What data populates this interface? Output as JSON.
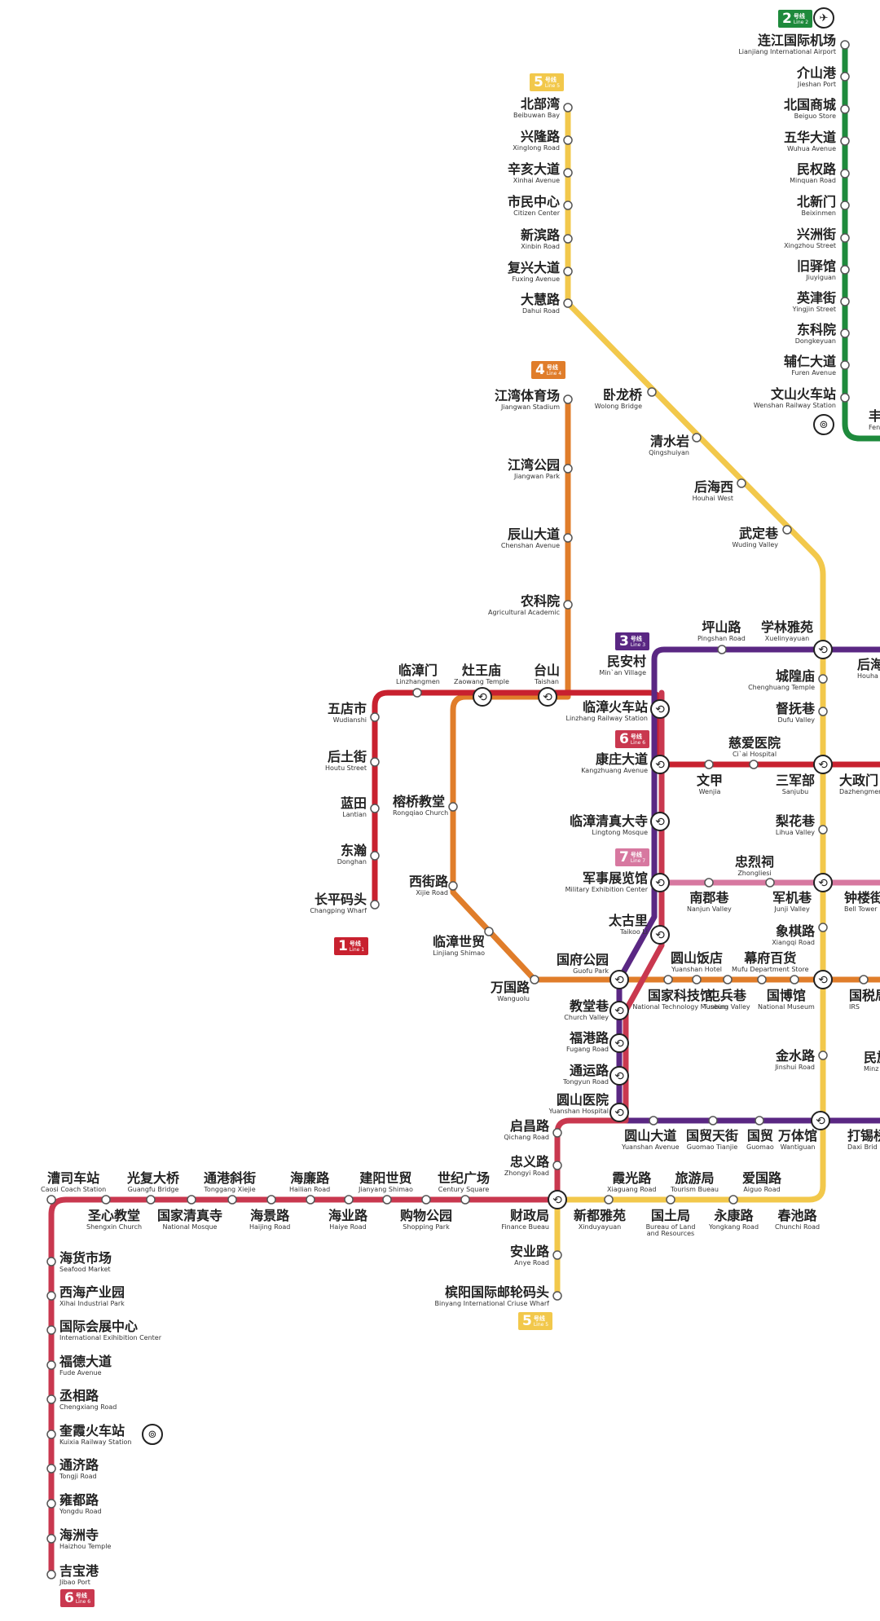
{
  "lines": [
    {
      "id": "line1",
      "badge_num": "1",
      "badge_zh": "号线",
      "badge_en": "Line 1",
      "color": "#c8212f"
    },
    {
      "id": "line2",
      "badge_num": "2",
      "badge_zh": "号线",
      "badge_en": "Line 2",
      "color": "#1e8a3c"
    },
    {
      "id": "line3",
      "badge_num": "3",
      "badge_zh": "号线",
      "badge_en": "Line 3",
      "color": "#5a2783"
    },
    {
      "id": "line4",
      "badge_num": "4",
      "badge_zh": "号线",
      "badge_en": "Line 4",
      "color": "#e07d2a"
    },
    {
      "id": "line5",
      "badge_num": "5",
      "badge_zh": "号线",
      "badge_en": "Line 5",
      "color": "#f2c84b"
    },
    {
      "id": "line6",
      "badge_num": "6",
      "badge_zh": "号线",
      "badge_en": "Line 6",
      "color": "#c9384f"
    },
    {
      "id": "line7",
      "badge_num": "7",
      "badge_zh": "号线",
      "badge_en": "Line 7",
      "color": "#d778a0"
    }
  ],
  "badges": {
    "line2_top": {
      "num": "2",
      "zh": "号线",
      "en": "Line 2"
    },
    "line5_top": {
      "num": "5",
      "zh": "号线",
      "en": "Line 5"
    },
    "line4_top": {
      "num": "4",
      "zh": "号线",
      "en": "Line 4"
    },
    "line3_mid": {
      "num": "3",
      "zh": "号线",
      "en": "Line 3"
    },
    "line6_mid": {
      "num": "6",
      "zh": "号线",
      "en": "Line 6"
    },
    "line7_mid": {
      "num": "7",
      "zh": "号线",
      "en": "Line 7"
    },
    "line1_end": {
      "num": "1",
      "zh": "号线",
      "en": "Line 1"
    },
    "line5_end": {
      "num": "5",
      "zh": "号线",
      "en": "Line 5"
    },
    "line6_end": {
      "num": "6",
      "zh": "号线",
      "en": "Line 6"
    }
  },
  "icons": {
    "airport": "airplane-icon",
    "railway_wenshan": "railway-station-icon",
    "railway_kuixia": "railway-station-icon"
  },
  "stations": {
    "lianjiang_airport": {
      "zh": "连江国际机场",
      "en": "Lianjiang International Airport"
    },
    "jieshan_port": {
      "zh": "介山港",
      "en": "Jieshan Port"
    },
    "beiguo_store": {
      "zh": "北国商城",
      "en": "Beiguo Store"
    },
    "wuhua_ave": {
      "zh": "五华大道",
      "en": "Wuhua Avenue"
    },
    "minquan_rd": {
      "zh": "民权路",
      "en": "Minquan Road"
    },
    "beixinmen": {
      "zh": "北新门",
      "en": "Beixinmen"
    },
    "xingzhou_st": {
      "zh": "兴洲街",
      "en": "Xingzhou Street"
    },
    "jiuyiguan": {
      "zh": "旧驿馆",
      "en": "Jiuyiguan"
    },
    "yingjin_st": {
      "zh": "英津街",
      "en": "Yingjin Street"
    },
    "dongkeyuan": {
      "zh": "东科院",
      "en": "Dongkeyuan"
    },
    "furen_ave": {
      "zh": "辅仁大道",
      "en": "Furen Avenue"
    },
    "wenshan_rail": {
      "zh": "文山火车站",
      "en": "Wenshan Railway Station"
    },
    "feng_partial": {
      "zh": "丰",
      "en": "Fen"
    },
    "beibuwan": {
      "zh": "北部湾",
      "en": "Beibuwan Bay"
    },
    "xinglong_rd": {
      "zh": "兴隆路",
      "en": "Xinglong Road"
    },
    "xinhai_ave": {
      "zh": "辛亥大道",
      "en": "Xinhai Avenue"
    },
    "citizen_center": {
      "zh": "市民中心",
      "en": "Citizen Center"
    },
    "xinbin_rd": {
      "zh": "新滨路",
      "en": "Xinbin Road"
    },
    "fuxing_ave": {
      "zh": "复兴大道",
      "en": "Fuxing Avenue"
    },
    "dahui_rd": {
      "zh": "大慧路",
      "en": "Dahui Road"
    },
    "wolong_bridge": {
      "zh": "卧龙桥",
      "en": "Wolong Bridge"
    },
    "qingshuiyan": {
      "zh": "清水岩",
      "en": "Qingshuiyan"
    },
    "houhai_west": {
      "zh": "后海西",
      "en": "Houhai West"
    },
    "wuding_valley": {
      "zh": "武定巷",
      "en": "Wuding Valley"
    },
    "jiangwan_stadium": {
      "zh": "江湾体育场",
      "en": "Jiangwan Stadium"
    },
    "jiangwan_park": {
      "zh": "江湾公园",
      "en": "Jiangwan Park"
    },
    "chenshan_ave": {
      "zh": "辰山大道",
      "en": "Chenshan Avenue"
    },
    "agri_academic": {
      "zh": "农科院",
      "en": "Agricultural Academic"
    },
    "pingshan_rd": {
      "zh": "坪山路",
      "en": "Pingshan Road"
    },
    "xuelinyayuan": {
      "zh": "学林雅苑",
      "en": "Xuelinyayuan"
    },
    "houhai_partial": {
      "zh": "后海",
      "en": "Houha"
    },
    "minan_village": {
      "zh": "民安村",
      "en": "Min`an Village"
    },
    "chenghuang_temple": {
      "zh": "城隍庙",
      "en": "Chenghuang Temple"
    },
    "dufu_valley": {
      "zh": "督抚巷",
      "en": "Dufu Valley"
    },
    "linzhangmen": {
      "zh": "临漳门",
      "en": "Linzhangmen"
    },
    "zaowang_temple": {
      "zh": "灶王庙",
      "en": "Zaowang Temple"
    },
    "taishan": {
      "zh": "台山",
      "en": "Taishan"
    },
    "linzhang_rail": {
      "zh": "临漳火车站",
      "en": "Linzhang Railway Station"
    },
    "wudianshi": {
      "zh": "五店市",
      "en": "Wudianshi"
    },
    "houtu_st": {
      "zh": "后土街",
      "en": "Houtu Street"
    },
    "lantian": {
      "zh": "蓝田",
      "en": "Lantian"
    },
    "donghan": {
      "zh": "东瀚",
      "en": "Donghan"
    },
    "changping_wharf": {
      "zh": "长平码头",
      "en": "Changping Wharf"
    },
    "kangzhuang_ave": {
      "zh": "康庄大道",
      "en": "Kangzhuang Avenue"
    },
    "ciai_hospital": {
      "zh": "慈爱医院",
      "en": "Ci`ai Hospital"
    },
    "wenjia": {
      "zh": "文甲",
      "en": "Wenjia"
    },
    "sanjubu": {
      "zh": "三军部",
      "en": "Sanjubu"
    },
    "dazhengmen": {
      "zh": "大政门",
      "en": "Dazhengmen"
    },
    "rongqiao_church": {
      "zh": "榕桥教堂",
      "en": "Rongqiao Church"
    },
    "lingtong_mosque": {
      "zh": "临漳清真大寺",
      "en": "Lingtong Mosque"
    },
    "lihua_valley": {
      "zh": "梨花巷",
      "en": "Lihua Valley"
    },
    "xijie_rd": {
      "zh": "西街路",
      "en": "Xijie Road"
    },
    "military_exhibition": {
      "zh": "军事展览馆",
      "en": "Military Exhibition Center"
    },
    "zhonglie": {
      "zh": "忠烈祠",
      "en": "Zhongliesi"
    },
    "nanjun_valley": {
      "zh": "南郡巷",
      "en": "Nanjun Valley"
    },
    "junji_valley": {
      "zh": "军机巷",
      "en": "Junji Valley"
    },
    "bell_tower": {
      "zh": "钟楼街",
      "en": "Bell Tower"
    },
    "taikoo_li": {
      "zh": "太古里",
      "en": "Taikoo Li"
    },
    "xiangqi_rd": {
      "zh": "象棋路",
      "en": "Xiangqi Road"
    },
    "linjiang_shimao": {
      "zh": "临漳世贸",
      "en": "Linjiang Shimao"
    },
    "guofu_park": {
      "zh": "国府公园",
      "en": "Guofu Park"
    },
    "yuanshan_hotel": {
      "zh": "圆山饭店",
      "en": "Yuanshan Hotel"
    },
    "mufu_dept": {
      "zh": "幕府百货",
      "en": "Mufu Department Store"
    },
    "wanguolu": {
      "zh": "万国路",
      "en": "Wanguolu"
    },
    "church_valley": {
      "zh": "教堂巷",
      "en": "Church Valley"
    },
    "national_tech_museum": {
      "zh": "国家科技馆",
      "en": "National Technology Museum"
    },
    "tunbing_valley": {
      "zh": "屯兵巷",
      "en": "Tunbing Valley"
    },
    "national_museum": {
      "zh": "国博馆",
      "en": "National Museum"
    },
    "irs_partial": {
      "zh": "国税局",
      "en": "IRS"
    },
    "fugang_rd": {
      "zh": "福港路",
      "en": "Fugang Road"
    },
    "jinshui_rd": {
      "zh": "金水路",
      "en": "Jinshui Road"
    },
    "minzu_partial": {
      "zh": "民族",
      "en": "Minz"
    },
    "tongyun_rd": {
      "zh": "通运路",
      "en": "Tongyun Road"
    },
    "yuanshan_hospital": {
      "zh": "圆山医院",
      "en": "Yuanshan Hospital"
    },
    "qichang_rd": {
      "zh": "启昌路",
      "en": "Qichang Road"
    },
    "yuanshan_ave": {
      "zh": "圆山大道",
      "en": "Yuanshan Avenue"
    },
    "guomao_tianjie": {
      "zh": "国贸天街",
      "en": "Guomao Tianjie"
    },
    "guomao": {
      "zh": "国贸",
      "en": "Guomao"
    },
    "wantiguan": {
      "zh": "万体馆",
      "en": "Wantiguan"
    },
    "daxi_bridge": {
      "zh": "打锡桥",
      "en": "Daxi Brid"
    },
    "zhongyi_rd": {
      "zh": "忠义路",
      "en": "Zhongyi Road"
    },
    "caosi_coach": {
      "zh": "漕司车站",
      "en": "Caosi Coach Station"
    },
    "guangfu_bridge": {
      "zh": "光复大桥",
      "en": "Guangfu Bridge"
    },
    "tonggang_xiejie": {
      "zh": "通港斜街",
      "en": "Tonggang Xiejie"
    },
    "hailian_rd": {
      "zh": "海廉路",
      "en": "Hailian Road"
    },
    "jianyang_shimao": {
      "zh": "建阳世贸",
      "en": "Jianyang Shimao"
    },
    "century_square": {
      "zh": "世纪广场",
      "en": "Century Square"
    },
    "xiaguang_rd": {
      "zh": "霞光路",
      "en": "Xiaguang Road"
    },
    "tourism_bureau": {
      "zh": "旅游局",
      "en": "Tourism Bueau"
    },
    "aiguo_rd": {
      "zh": "爱国路",
      "en": "Aiguo Road"
    },
    "shengxin_church": {
      "zh": "圣心教堂",
      "en": "Shengxin Church"
    },
    "national_mosque": {
      "zh": "国家清真寺",
      "en": "National Mosque"
    },
    "haijing_rd": {
      "zh": "海景路",
      "en": "Haijing Road"
    },
    "haiye_rd": {
      "zh": "海业路",
      "en": "Haiye Road"
    },
    "shopping_park": {
      "zh": "购物公园",
      "en": "Shopping Park"
    },
    "finance_bureau": {
      "zh": "财政局",
      "en": "Finance Bueau"
    },
    "xinduyayuan": {
      "zh": "新都雅苑",
      "en": "Xinduyayuan"
    },
    "land_bureau": {
      "zh": "国土局",
      "en": "Bureau of Land and Resources"
    },
    "yongkang_rd": {
      "zh": "永康路",
      "en": "Yongkang Road"
    },
    "chunchi_rd": {
      "zh": "春池路",
      "en": "Chunchi Road"
    },
    "anye_rd": {
      "zh": "安业路",
      "en": "Anye Road"
    },
    "binyang_cruise": {
      "zh": "槟阳国际邮轮码头",
      "en": "Binyang International Criuse Wharf"
    },
    "seafood_market": {
      "zh": "海货市场",
      "en": "Seafood Market"
    },
    "xihai_industrial": {
      "zh": "西海产业园",
      "en": "Xihai Industrial Park"
    },
    "intl_exhibition": {
      "zh": "国际会展中心",
      "en": "International Exihibition Center"
    },
    "fude_ave": {
      "zh": "福德大道",
      "en": "Fude Avenue"
    },
    "chengxiang_rd": {
      "zh": "丞相路",
      "en": "Chengxiang Road"
    },
    "kuixia_rail": {
      "zh": "奎霞火车站",
      "en": "Kuixia Railway Station"
    },
    "tongji_rd": {
      "zh": "通济路",
      "en": "Tongji Road"
    },
    "yongdu_rd": {
      "zh": "雍都路",
      "en": "Yongdu Road"
    },
    "haizhou_temple": {
      "zh": "海洲寺",
      "en": "Haizhou Temple"
    },
    "jibao_port": {
      "zh": "吉宝港",
      "en": "Jibao Port"
    }
  }
}
